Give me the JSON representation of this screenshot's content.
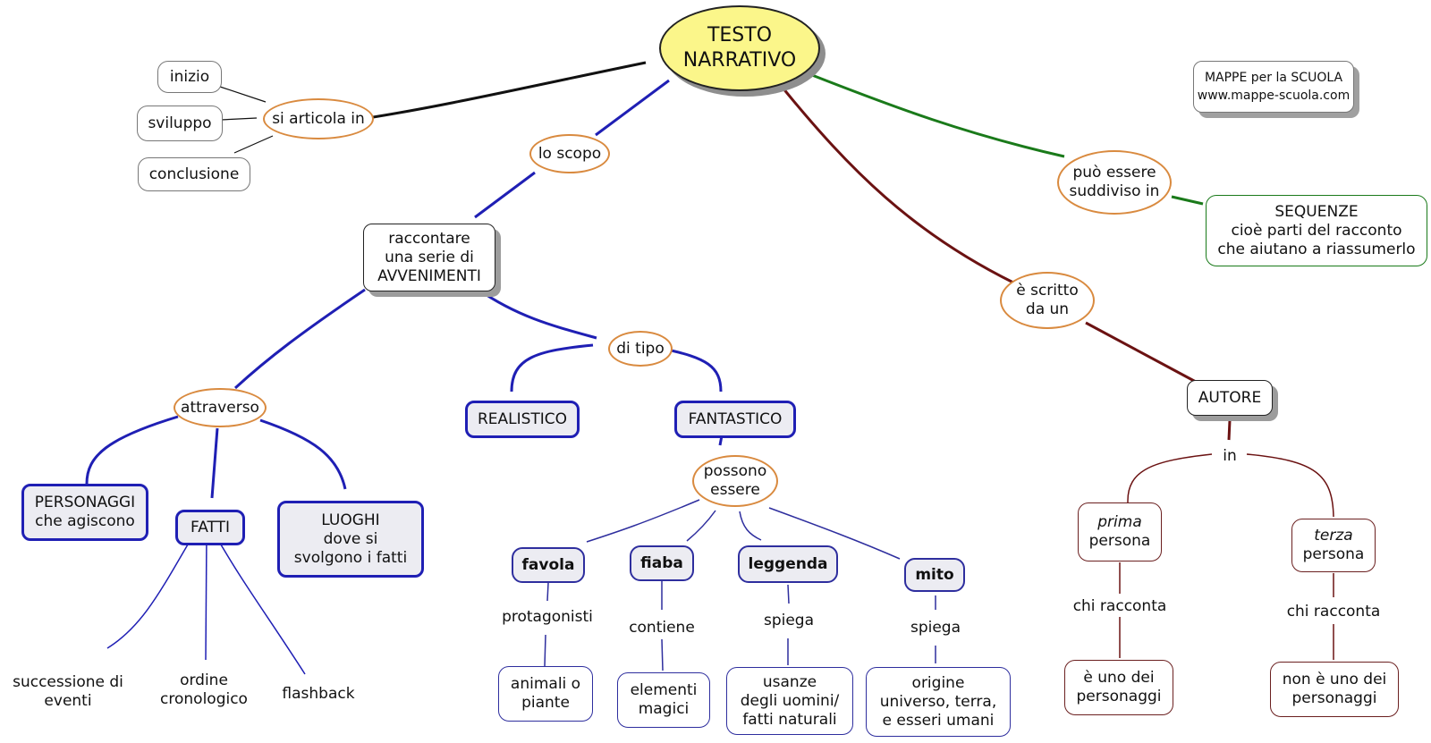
{
  "title": "TESTO\nNARRATIVO",
  "credit": {
    "line1": "MAPPE per la SCUOLA",
    "line2": "www.mappe-scuola.com"
  },
  "colors": {
    "title_fill": "#fbf68a",
    "link_ellipse_border": "#d98a3f",
    "branch_structure": "#111111",
    "branch_purpose": "#1f1fb4",
    "branch_sequences": "#1a7a1a",
    "branch_author": "#6b1212"
  },
  "structure_branch": {
    "link": "si articola in",
    "parts": [
      "inizio",
      "sviluppo",
      "conclusione"
    ]
  },
  "purpose_branch": {
    "link": "lo scopo",
    "goal": "raccontare\nuna serie di\nAVVENIMENTI",
    "means_link": "attraverso",
    "means": [
      "PERSONAGGI\nche agiscono",
      "FATTI",
      "LUOGHI\ndove si\nsvolgono i fatti"
    ],
    "facts": [
      "successione di\neventi",
      "ordine\ncronologico",
      "flashback"
    ],
    "type_link": "di tipo",
    "types": [
      "REALISTICO",
      "FANTASTICO"
    ],
    "fantastic_link": "possono\nessere",
    "genres": [
      {
        "name": "favola",
        "verb": "protagonisti",
        "detail": "animali o\npiante"
      },
      {
        "name": "fiaba",
        "verb": "contiene",
        "detail": "elementi\nmagici"
      },
      {
        "name": "leggenda",
        "verb": "spiega",
        "detail": "usanze\ndegli uomini/\nfatti naturali"
      },
      {
        "name": "mito",
        "verb": "spiega",
        "detail": "origine\nuniverso, terra,\ne esseri umani"
      }
    ]
  },
  "sequences_branch": {
    "link": "può essere\nsuddiviso in",
    "target": "SEQUENZE\ncioè parti del racconto\nche aiutano a riassumerlo"
  },
  "author_branch": {
    "link": "è scritto\nda un",
    "target": "AUTORE",
    "in_link": "in",
    "persons": [
      {
        "label_italic": "prima",
        "label": "persona",
        "verb": "chi racconta",
        "detail": "è uno dei\npersonaggi"
      },
      {
        "label_italic": "terza",
        "label": "persona",
        "verb": "chi racconta",
        "detail": "non è uno dei\npersonaggi"
      }
    ]
  }
}
